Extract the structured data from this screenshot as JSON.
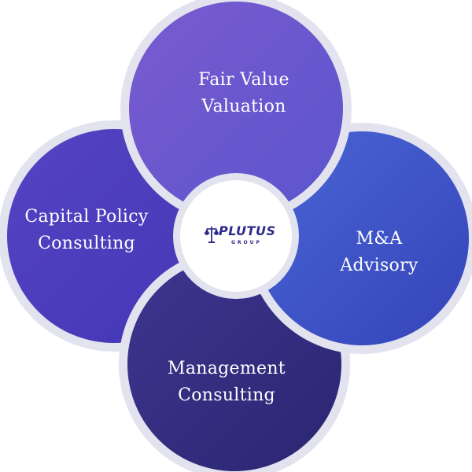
{
  "petals": {
    "top": {
      "line1": "Fair Value",
      "line2": "Valuation"
    },
    "left": {
      "line1": "Capital Policy",
      "line2": "Consulting"
    },
    "right": {
      "line1": "M&A",
      "line2": "Advisory"
    },
    "bottom": {
      "line1": "Management",
      "line2": "Consulting"
    }
  },
  "logo": {
    "wordmark": "PLUTUS",
    "subtitle": "GROUP",
    "icon": "scales-of-justice-icon"
  },
  "colors": {
    "top": "#6a56cc",
    "left": "#4a3fbf",
    "right": "#3d56c8",
    "bottom": "#332a80",
    "ring": "#e3e3ef",
    "logo": "#2e2a8a"
  }
}
